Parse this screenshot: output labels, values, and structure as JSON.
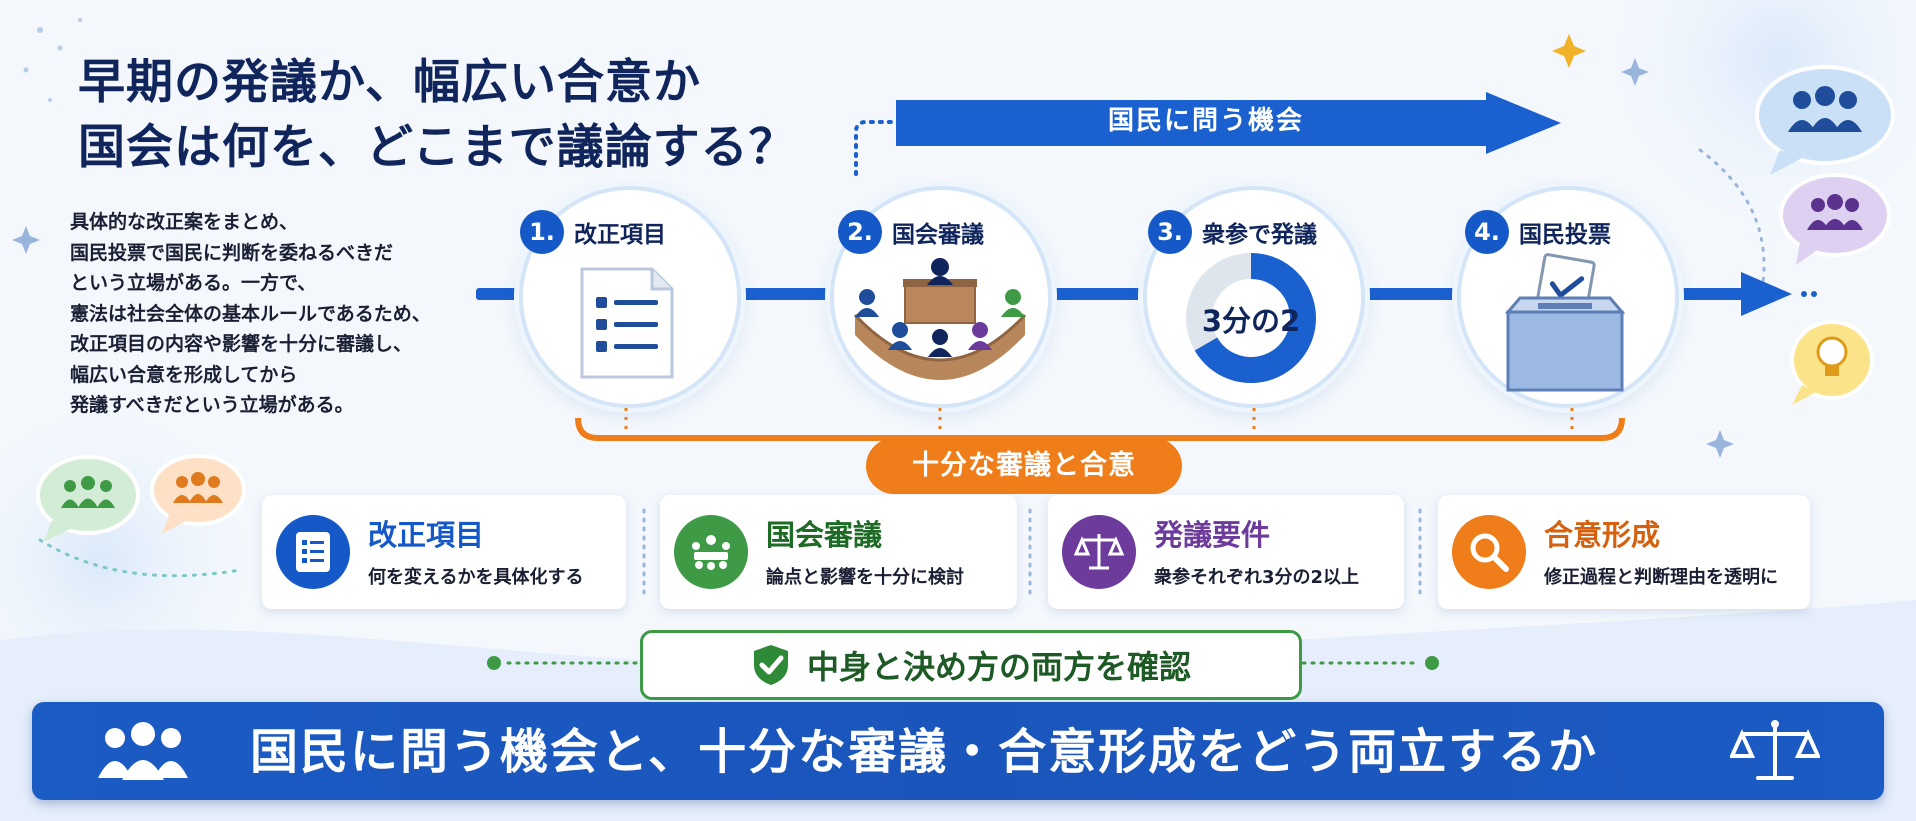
{
  "title": {
    "line1": "早期の発議か、幅広い合意か",
    "line2": "国会は何を、どこまで議論する？"
  },
  "description": [
    "具体的な改正案をまとめ、",
    "国民投票で国民に判断を委ねるべきだ",
    "という立場がある。一方で、",
    "憲法は社会全体の基本ルールであるため、",
    "改正項目の内容や影響を十分に審議し、",
    "幅広い合意を形成してから",
    "発議すべきだという立場がある。"
  ],
  "top_arrow": {
    "label": "国民に問う機会"
  },
  "steps": [
    {
      "number": "1.",
      "title": "改正項目",
      "icon": "checklist-icon"
    },
    {
      "number": "2.",
      "title": "国会審議",
      "icon": "assembly-icon"
    },
    {
      "number": "3.",
      "title": "衆参で発議",
      "icon": "donut-icon",
      "donut_label": "3分の2",
      "donut_fraction": 0.6667
    },
    {
      "number": "4.",
      "title": "国民投票",
      "icon": "ballot-box-icon"
    }
  ],
  "brace": {
    "label": "十分な審議と合意"
  },
  "cards": [
    {
      "title": "改正項目",
      "subtitle": "何を変えるかを具体化する",
      "icon": "document-icon",
      "color": "#1558c8"
    },
    {
      "title": "国会審議",
      "subtitle": "論点と影響を十分に検討",
      "icon": "meeting-icon",
      "color": "#3e9a45"
    },
    {
      "title": "発議要件",
      "subtitle": "衆参それぞれ3分の2以上",
      "icon": "scales-icon",
      "color": "#6c3b9c"
    },
    {
      "title": "合意形成",
      "subtitle": "修正過程と判断理由を透明に",
      "icon": "magnifier-icon",
      "color": "#ef7d1a"
    }
  ],
  "confirm": {
    "label": "中身と決め方の両方を確認",
    "icon": "shield-check-icon"
  },
  "banner": {
    "label": "国民に問う機会と、十分な審議・合意形成をどう両立するか",
    "icon_left": "people-icon",
    "icon_right": "scales-icon"
  },
  "colors": {
    "navy": "#10255c",
    "blue": "#1558c8",
    "green": "#3e9a45",
    "purple": "#6c3b9c",
    "orange": "#ef7d1a"
  }
}
